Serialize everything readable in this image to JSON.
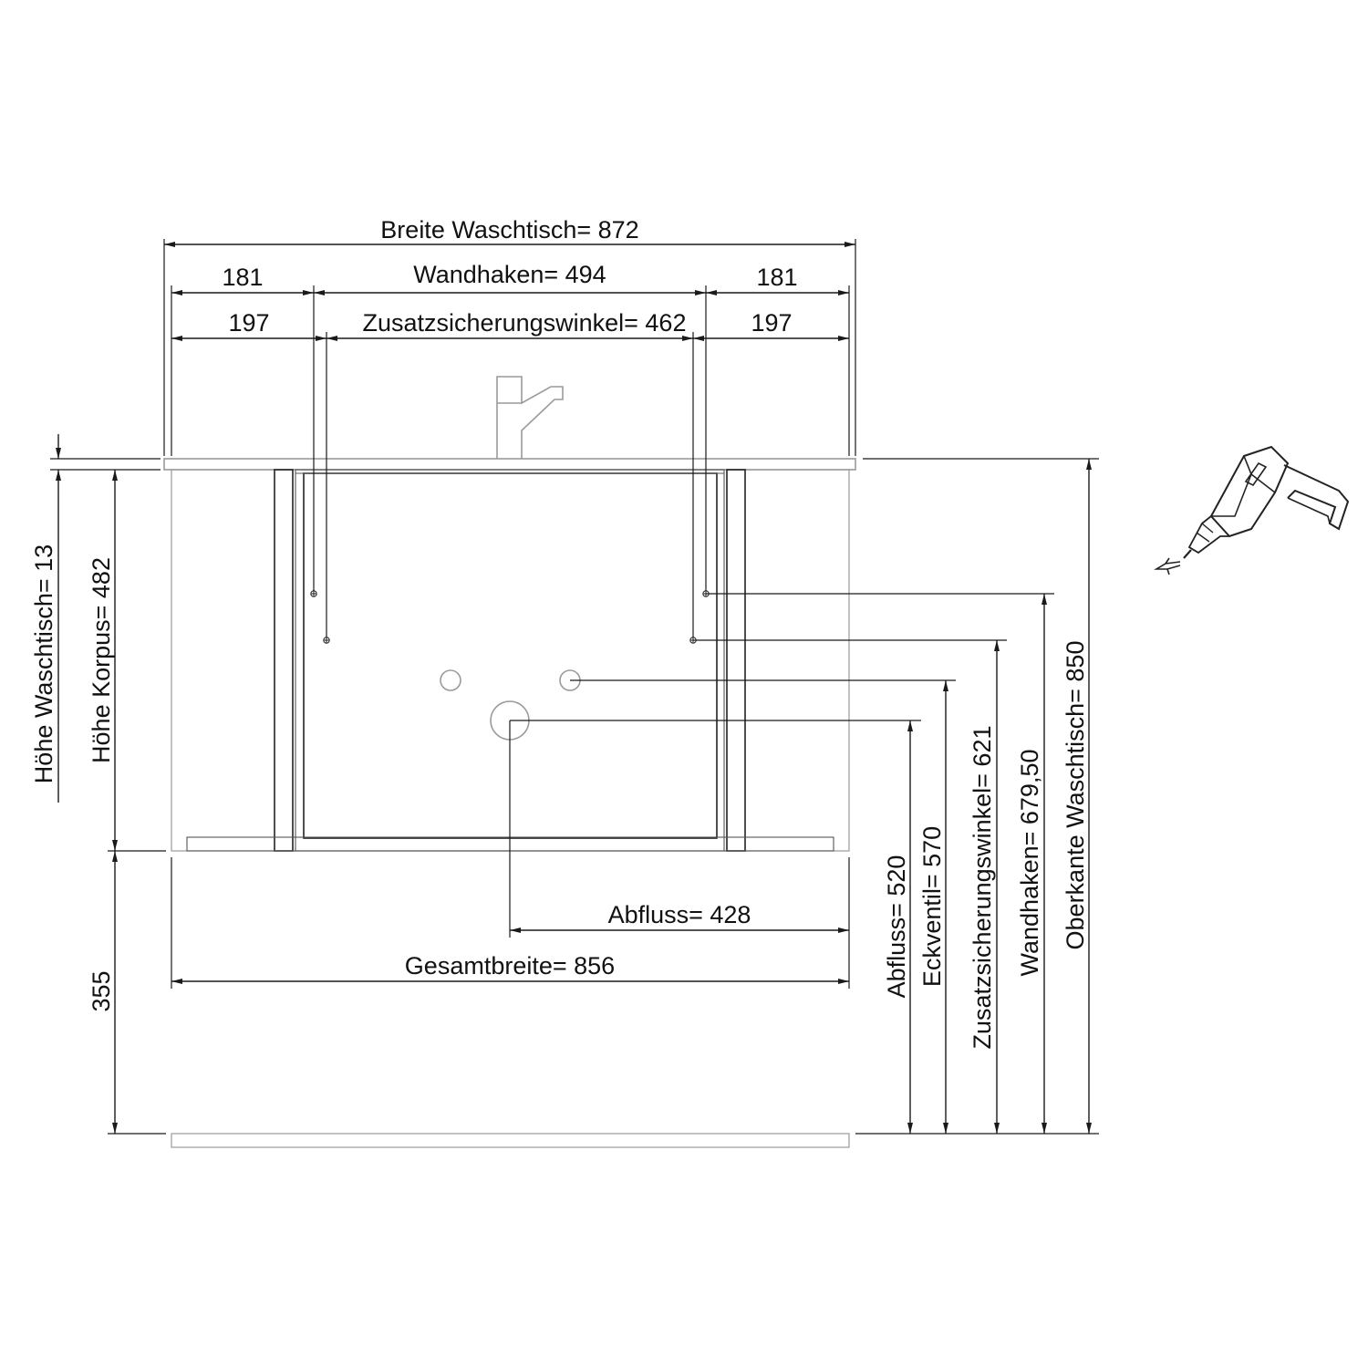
{
  "labels": {
    "breite_waschtisch": "Breite Waschtisch= 872",
    "left_181": "181",
    "wandhaken_h": "Wandhaken=  494",
    "right_181": "181",
    "left_197": "197",
    "zusatz_h": "Zusatzsicherungswinkel=  462",
    "right_197": "197",
    "abfluss_h": "Abfluss= 428",
    "gesamtbreite": "Gesamtbreite= 856",
    "hoehe_waschtisch": "Höhe Waschtisch= 13",
    "hoehe_korpus": "Höhe Korpus= 482",
    "h355": "355",
    "abfluss_v": "Abfluss= 520",
    "eckventil_v": "Eckventil= 570",
    "zusatz_v": "Zusatzsicherungswinkel= 621",
    "wandhaken_v": "Wandhaken= 679,50",
    "oberkante_v": "Oberkante Waschtisch= 850"
  },
  "icons": {
    "faucet": "faucet-icon",
    "drill": "drill-icon"
  }
}
